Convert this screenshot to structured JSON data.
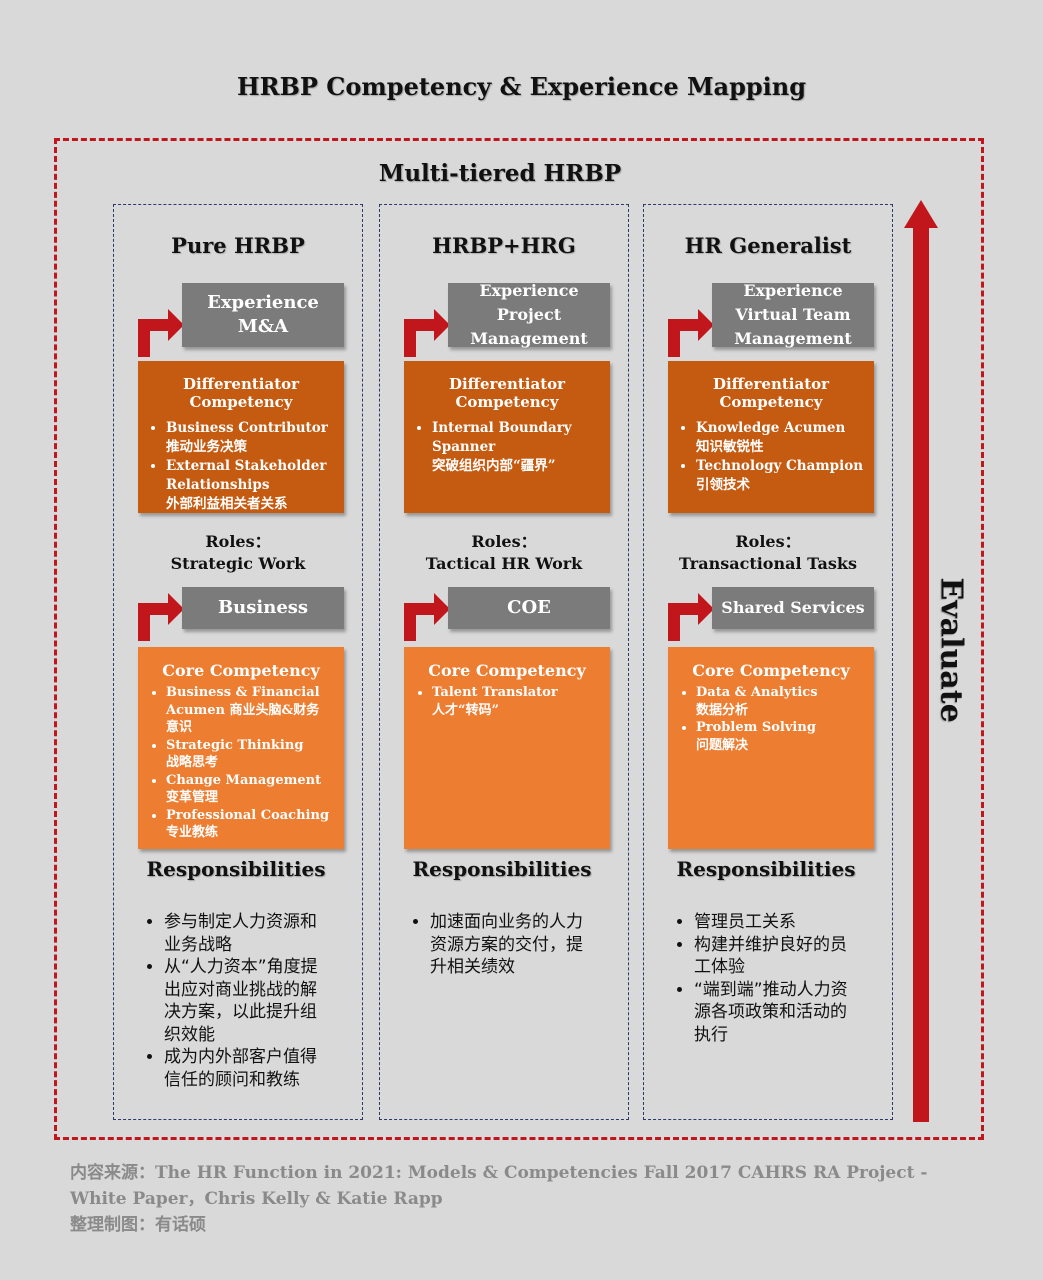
{
  "title": "HRBP Competency & Experience Mapping",
  "tier_title": "Multi-tiered HRBP",
  "evaluate_label": "Evaluate",
  "colors": {
    "outer_border": "#c0161c",
    "experience_box": "#7b7b7b",
    "differentiator_box": "#c55a11",
    "core_box": "#ed7d31",
    "arrow": "#c0161c"
  },
  "columns": [
    {
      "title": "Pure HRBP",
      "experience": "Experience\nM&A",
      "differentiator": {
        "heading": "Differentiator Competency",
        "items": [
          "Business Contributor\n推动业务决策",
          "External Stakeholder\nRelationships\n外部利益相关者关系"
        ]
      },
      "roles": "Roles：\nStrategic Work",
      "partner": "Business",
      "core": {
        "heading": "Core Competency",
        "items": [
          "Business & Financial\nAcumen 商业头脑&财务\n意识",
          "Strategic Thinking\n战略思考",
          "Change Management\n变革管理",
          "Professional Coaching\n专业教练"
        ]
      },
      "responsibilities_title": "Responsibilities",
      "responsibilities": [
        "参与制定人力资源和\n业务战略",
        "从“人力资本”角度提\n出应对商业挑战的解\n决方案，以此提升组\n织效能",
        "成为内外部客户值得\n信任的顾问和教练"
      ]
    },
    {
      "title": "HRBP+HRG",
      "experience": "Experience\nProject\nManagement",
      "differentiator": {
        "heading": "Differentiator Competency",
        "items": [
          "Internal Boundary\nSpanner\n突破组织内部“疆界”"
        ]
      },
      "roles": "Roles：\nTactical HR Work",
      "partner": "COE",
      "core": {
        "heading": "Core Competency",
        "items": [
          "Talent Translator\n人才“转码”"
        ]
      },
      "responsibilities_title": "Responsibilities",
      "responsibilities": [
        "加速面向业务的人力\n资源方案的交付，提\n升相关绩效"
      ]
    },
    {
      "title": "HR Generalist",
      "experience": "Experience\nVirtual Team\nManagement",
      "differentiator": {
        "heading": "Differentiator Competency",
        "items": [
          "Knowledge Acumen\n知识敏锐性",
          "Technology Champion\n引领技术"
        ]
      },
      "roles": "Roles：\nTransactional Tasks",
      "partner": "Shared Services",
      "core": {
        "heading": "Core Competency",
        "items": [
          "Data & Analytics\n数据分析",
          "Problem Solving\n问题解决"
        ]
      },
      "responsibilities_title": "Responsibilities",
      "responsibilities": [
        "管理员工关系",
        "构建并维护良好的员\n工体验",
        "“端到端”推动人力资\n源各项政策和活动的\n执行"
      ]
    }
  ],
  "source_lines": [
    "内容来源：The HR Function in 2021: Models & Competencies Fall 2017 CAHRS RA Project -",
    "White Paper，Chris Kelly & Katie Rapp",
    "整理制图：有话硕"
  ]
}
